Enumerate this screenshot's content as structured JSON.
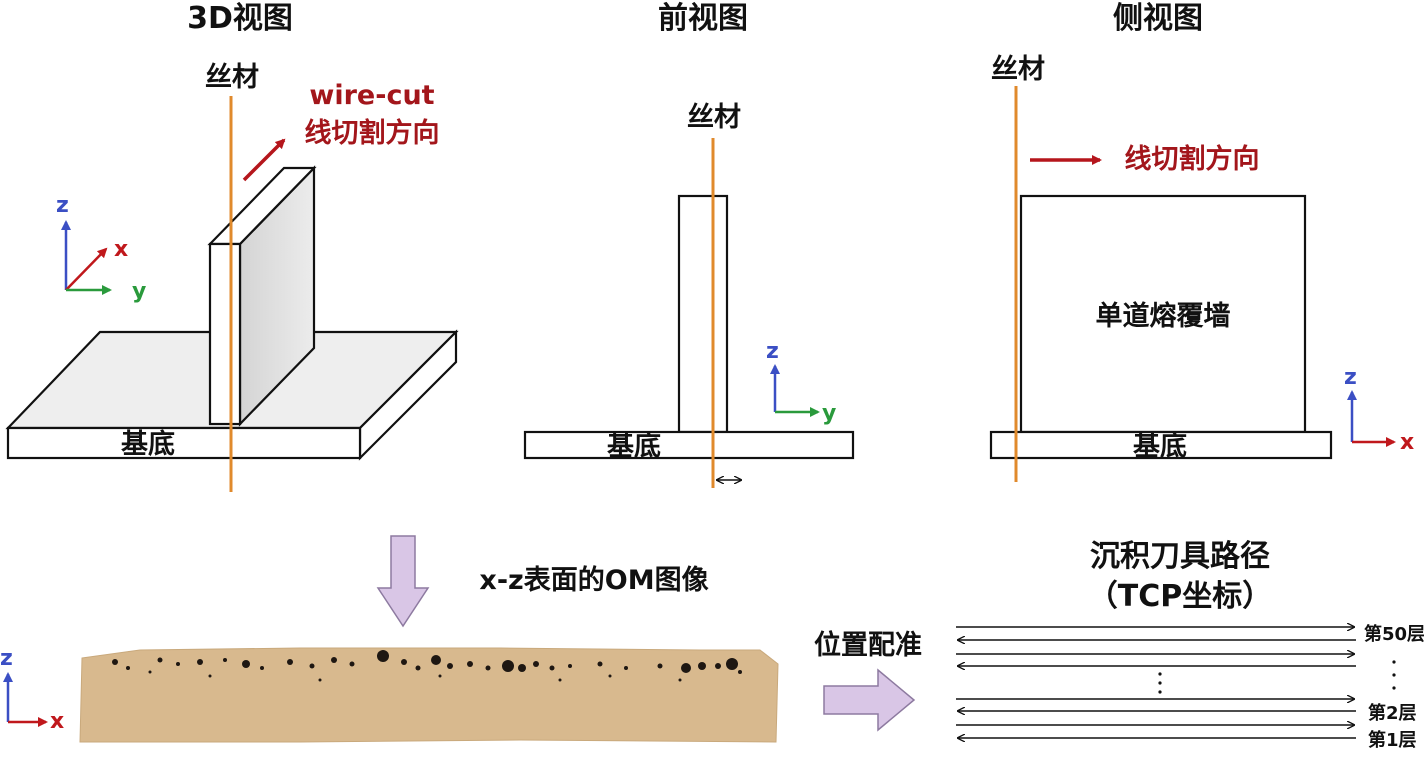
{
  "panels": {
    "view_3d": {
      "title": "3D视图",
      "wire_label": "丝材",
      "cut_label_en": "wire-cut",
      "cut_label_cn": "线切割方向",
      "substrate_label": "基底",
      "axes": {
        "z": "z",
        "x": "x",
        "y": "y"
      }
    },
    "view_front": {
      "title": "前视图",
      "wire_label": "丝材",
      "substrate_label": "基底",
      "axes": {
        "z": "z",
        "y": "y"
      }
    },
    "view_side": {
      "title": "侧视图",
      "wire_label": "丝材",
      "cut_label_cn": "线切割方向",
      "wall_label": "单道熔覆墙",
      "substrate_label": "基底",
      "axes": {
        "z": "z",
        "x": "x"
      }
    }
  },
  "om": {
    "label": "x-z表面的OM图像",
    "axes": {
      "z": "z",
      "x": "x"
    }
  },
  "registration": {
    "label": "位置配准"
  },
  "toolpath": {
    "title_line1": "沉积刀具路径",
    "title_line2": "（TCP坐标）",
    "layers": [
      "第50层",
      "第2层",
      "第1层"
    ]
  },
  "colors": {
    "wire": "#e08a2c",
    "cut_arrow": "#b5161c",
    "axis_z": "#3b4fc4",
    "axis_x": "#c0181c",
    "axis_y": "#2a9a3c",
    "sample": "#d8b98e",
    "big_arrow": "#d9c6e6"
  }
}
